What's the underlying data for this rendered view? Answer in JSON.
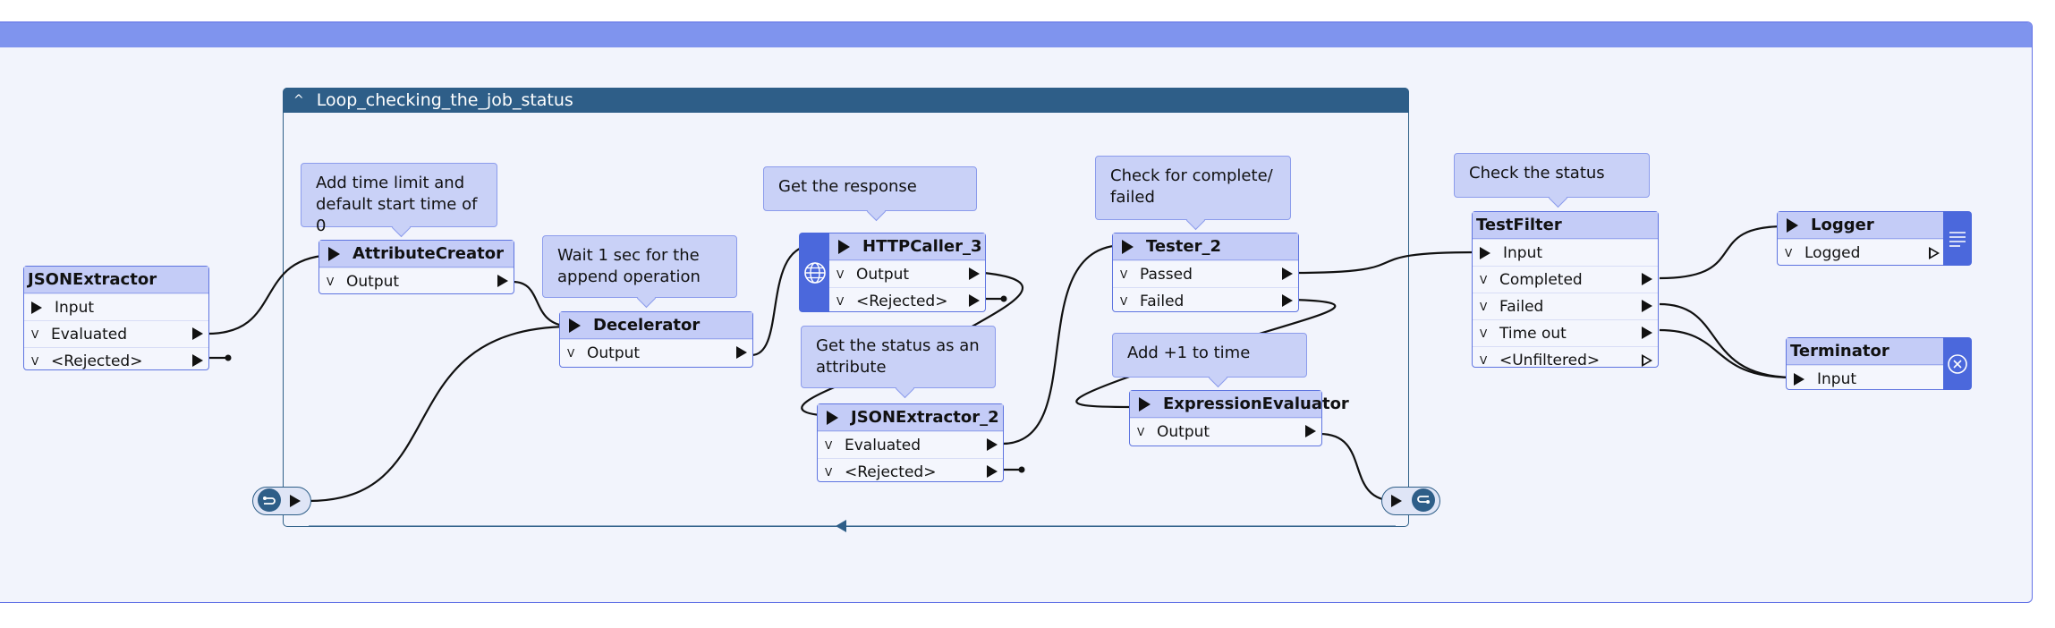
{
  "colors": {
    "bookmark_fill": "#f2f4fc",
    "bookmark_header": "#7f94ee",
    "loop_header": "#2e5e88",
    "node_title": "#c4ccf7",
    "node_border": "#5e74e0",
    "annotation_fill": "#c9d1f7",
    "icon_blue": "#4b68dc"
  },
  "loop": {
    "title": "Loop_checking_the_job_status"
  },
  "nodes": {
    "json_extractor": {
      "title": "JSONExtractor",
      "ports": [
        "Input",
        "Evaluated",
        "<Rejected>"
      ]
    },
    "attribute_creator": {
      "title": "AttributeCreator",
      "ports": [
        "Output"
      ]
    },
    "decelerator": {
      "title": "Decelerator",
      "ports": [
        "Output"
      ]
    },
    "http_caller": {
      "title": "HTTPCaller_3",
      "ports": [
        "Output",
        "<Rejected>"
      ],
      "icon": "globe-icon"
    },
    "json_extractor_2": {
      "title": "JSONExtractor_2",
      "ports": [
        "Evaluated",
        "<Rejected>"
      ]
    },
    "tester": {
      "title": "Tester_2",
      "ports": [
        "Passed",
        "Failed"
      ]
    },
    "expression_evaluator": {
      "title": "ExpressionEvaluator",
      "ports": [
        "Output"
      ]
    },
    "test_filter": {
      "title": "TestFilter",
      "ports": [
        "Input",
        "Completed",
        "Failed",
        "Time out",
        "<Unfiltered>"
      ]
    },
    "logger": {
      "title": "Logger",
      "ports": [
        "Logged"
      ],
      "icon": "log-lines-icon"
    },
    "terminator": {
      "title": "Terminator",
      "ports": [
        "Input"
      ],
      "icon": "close-circle-icon"
    }
  },
  "annotations": {
    "time_limit": "Add time limit and default start time of 0",
    "wait": "Wait 1 sec for the append operation",
    "response": "Get the response",
    "status_attr": "Get the status as an attribute",
    "check_complete": "Check for complete/ failed",
    "add_one": "Add +1 to time",
    "check_status": "Check the status"
  },
  "icons": {
    "loop_start": "loop-start-icon",
    "loop_end": "loop-end-icon",
    "loop_return": "loop-return-arrow-icon"
  }
}
